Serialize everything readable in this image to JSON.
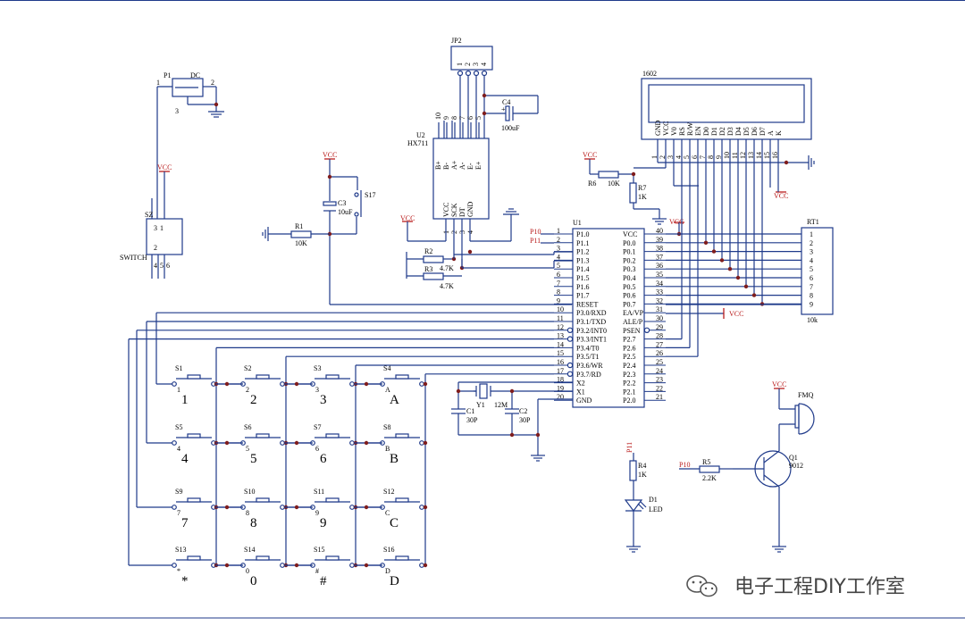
{
  "components": {
    "p1": {
      "ref": "P1",
      "name": "DC",
      "pin1": "1",
      "pin2": "2",
      "pin3": "3"
    },
    "switch": {
      "ref": "SZ",
      "name": "SWITCH",
      "pins": [
        "3",
        "1",
        "2",
        "4",
        "5",
        "6"
      ]
    },
    "vcc_label": "VCC",
    "jp2": {
      "ref": "JP2",
      "pins": [
        "1",
        "2",
        "3",
        "4"
      ]
    },
    "c4": {
      "ref": "C4",
      "value": "100uF"
    },
    "hx711": {
      "ref": "U2",
      "name": "HX711",
      "top_pins": [
        "B+",
        "B-",
        "A+",
        "A-",
        "E-",
        "E+"
      ],
      "top_nums": [
        "10",
        "9",
        "8",
        "7",
        "6",
        "5"
      ],
      "bot_pins": [
        "VCC",
        "SCK",
        "DT",
        "GND"
      ],
      "bot_nums": [
        "1",
        "2",
        "3",
        "4"
      ]
    },
    "r1": {
      "ref": "R1",
      "value": "10K"
    },
    "c3": {
      "ref": "C3",
      "value": "10uF"
    },
    "s17": {
      "ref": "S17"
    },
    "r2": {
      "ref": "R2",
      "value": "4.7K"
    },
    "r3": {
      "ref": "R3",
      "value": "4.7K"
    },
    "lcd": {
      "ref": "1602",
      "pins": [
        "GND",
        "VCC",
        "V0",
        "RS",
        "R/W",
        "EN",
        "D0",
        "D1",
        "D2",
        "D3",
        "D4",
        "D5",
        "D6",
        "D7",
        "A",
        "K"
      ],
      "nums": [
        "1",
        "2",
        "3",
        "4",
        "5",
        "6",
        "7",
        "8",
        "9",
        "10",
        "11",
        "12",
        "13",
        "14",
        "15",
        "16"
      ]
    },
    "r6": {
      "ref": "R6",
      "value": "10K"
    },
    "r7": {
      "ref": "R7",
      "value": "1K"
    },
    "u1": {
      "ref": "U1",
      "left": [
        "P1.0",
        "P1.1",
        "P1.2",
        "P1.3",
        "P1.4",
        "P1.5",
        "P1.6",
        "P1.7",
        "RESET",
        "P3.0/RXD",
        "P3.1/TXD",
        "P3.2/INT0",
        "P3.3/INT1",
        "P3.4/T0",
        "P3.5/T1",
        "P3.6/WR",
        "P3.7/RD",
        "X2",
        "X1",
        "GND"
      ],
      "left_nums": [
        "1",
        "2",
        "3",
        "4",
        "5",
        "6",
        "7",
        "8",
        "9",
        "10",
        "11",
        "12",
        "13",
        "14",
        "15",
        "16",
        "17",
        "18",
        "19",
        "20"
      ],
      "right": [
        "VCC",
        "P0.0",
        "P0.1",
        "P0.2",
        "P0.3",
        "P0.4",
        "P0.5",
        "P0.6",
        "P0.7",
        "EA/VP",
        "ALE/P",
        "PSEN",
        "P2.7",
        "P2.6",
        "P2.5",
        "P2.4",
        "P2.3",
        "P2.2",
        "P2.1",
        "P2.0"
      ],
      "right_nums": [
        "40",
        "39",
        "38",
        "37",
        "36",
        "35",
        "34",
        "33",
        "32",
        "31",
        "30",
        "29",
        "28",
        "27",
        "26",
        "25",
        "24",
        "23",
        "22",
        "21"
      ]
    },
    "net_p10": "P10",
    "net_p11": "P11",
    "rt1": {
      "ref": "RT1",
      "value": "10k",
      "pins": [
        "1",
        "2",
        "3",
        "4",
        "5",
        "6",
        "7",
        "8",
        "9"
      ]
    },
    "y1": {
      "ref": "Y1",
      "value": "12M"
    },
    "c1": {
      "ref": "C1",
      "value": "30P"
    },
    "c2": {
      "ref": "C2",
      "value": "30P"
    },
    "fmq": {
      "ref": "FMQ"
    },
    "q1": {
      "ref": "Q1",
      "value": "9012"
    },
    "r5": {
      "ref": "R5",
      "value": "2.2K",
      "net": "P10"
    },
    "r4": {
      "ref": "R4",
      "value": "1K",
      "net": "P11"
    },
    "d1": {
      "ref": "D1",
      "value": "LED"
    }
  },
  "keypad": {
    "switches": [
      {
        "ref": "S1",
        "pin": "1",
        "label": "1"
      },
      {
        "ref": "S2",
        "pin": "2",
        "label": "2"
      },
      {
        "ref": "S3",
        "pin": "3",
        "label": "3"
      },
      {
        "ref": "S4",
        "pin": "A",
        "label": "A"
      },
      {
        "ref": "S5",
        "pin": "4",
        "label": "4"
      },
      {
        "ref": "S6",
        "pin": "5",
        "label": "5"
      },
      {
        "ref": "S7",
        "pin": "6",
        "label": "6"
      },
      {
        "ref": "S8",
        "pin": "B",
        "label": "B"
      },
      {
        "ref": "S9",
        "pin": "7",
        "label": "7"
      },
      {
        "ref": "S10",
        "pin": "8",
        "label": "8"
      },
      {
        "ref": "S11",
        "pin": "9",
        "label": "9"
      },
      {
        "ref": "S12",
        "pin": "C",
        "label": "C"
      },
      {
        "ref": "S13",
        "pin": "*",
        "label": "*"
      },
      {
        "ref": "S14",
        "pin": "0",
        "label": "0"
      },
      {
        "ref": "S15",
        "pin": "#",
        "label": "#"
      },
      {
        "ref": "S16",
        "pin": "D",
        "label": "D"
      }
    ]
  },
  "watermark": "电子工程DIY工作室"
}
